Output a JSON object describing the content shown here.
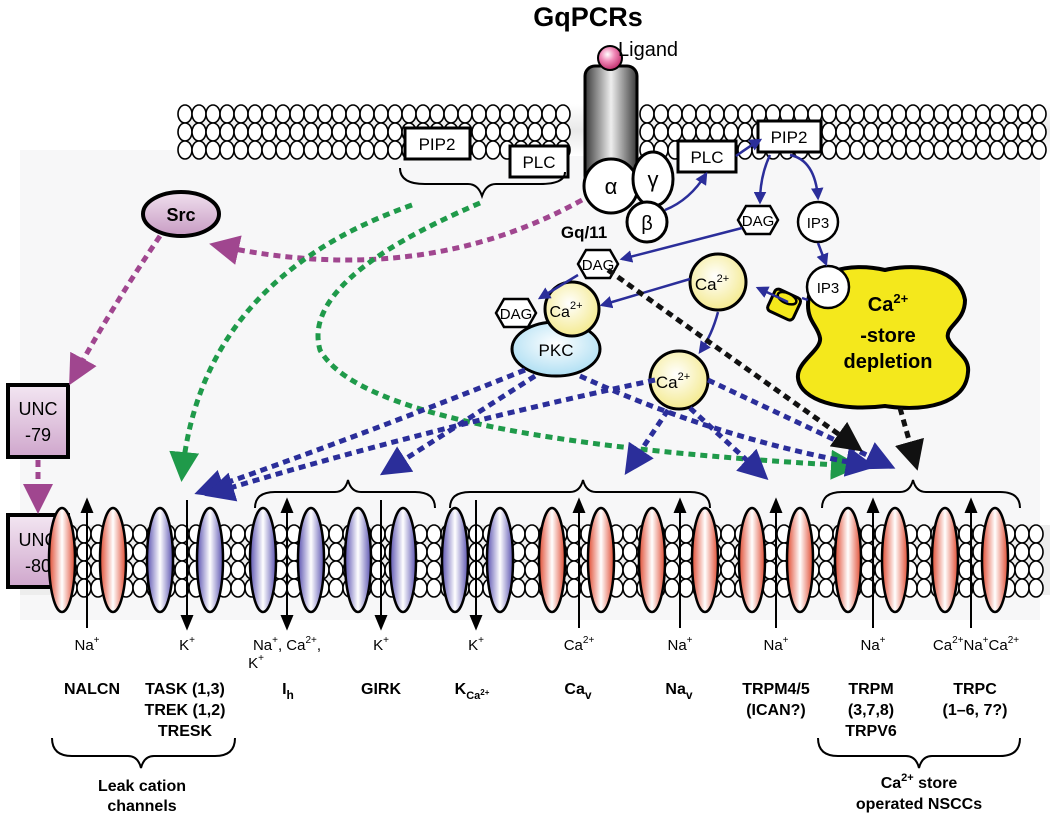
{
  "title": "GqPCRs",
  "ligand": "Ligand",
  "receptor": {
    "alpha": "α",
    "gamma": "γ",
    "beta": "β",
    "gq_label": "Gq/11"
  },
  "top_boxes": {
    "pip2_left": "PIP2",
    "plc_left": "PLC",
    "plc_right": "PLC",
    "pip2_right": "PIP2"
  },
  "messengers": {
    "dag_hex_1": "DAG",
    "ip3_1": "IP3",
    "dag_hex_2": "DAG",
    "ca_1": "Ca",
    "ca_sup": "2+",
    "ip3_2": "IP3",
    "dag_hex_3": "DAG",
    "ca_pkc": "Ca",
    "pkc": "PKC",
    "ca_3": "Ca"
  },
  "store": {
    "line1": "Ca",
    "line1_sup": "2+",
    "line2": "-store",
    "line3": "depletion"
  },
  "src": "Src",
  "unc79": {
    "line1": "UNC",
    "line2": "-79"
  },
  "unc80": {
    "line1": "UNC",
    "line2": "-80"
  },
  "ions": {
    "na1": "Na",
    "na1_sup": "+",
    "k1": "K",
    "k1_sup": "+",
    "ih_a": "Na",
    "ih_a_sup": "+",
    "ih_b": ", Ca",
    "ih_b_sup": "2+",
    "ih_c": ",",
    "ih_d": "K",
    "ih_d_sup": "+",
    "k2": "K",
    "k2_sup": "+",
    "k3": "K",
    "k3_sup": "+",
    "ca_v": "Ca",
    "ca_v_sup": "2+",
    "na_v": "Na",
    "na_v_sup": "+",
    "na_trpm45": "Na",
    "na_trpm45_sup": "+",
    "na_trpm": "Na",
    "na_trpm_sup": "+",
    "trpc_a": "Ca",
    "trpc_a_sup": "2+",
    "trpc_b": "Na",
    "trpc_b_sup": "+",
    "trpc_c": "Ca",
    "trpc_c_sup": "2+"
  },
  "channel_names": {
    "nalcn": "NALCN",
    "task": "TASK (1,3)",
    "trek": "TREK (1,2)",
    "tresk": "TRESK",
    "ih": "I",
    "ih_sub": "h",
    "girk": "GIRK",
    "kca": "K",
    "kca_sub": "Ca",
    "kca_subsup": "2+",
    "cav": "Ca",
    "cav_sub": "v",
    "nav": "Na",
    "nav_sub": "v",
    "trpm45_1": "TRPM4/5",
    "trpm45_2": "(ICAN?)",
    "trpm_1": "TRPM",
    "trpm_2": "(3,7,8)",
    "trpm_3": "TRPV6",
    "trpc_1": "TRPC",
    "trpc_2": "(1–6, 7?)"
  },
  "group_labels": {
    "leak_1": "Leak cation",
    "leak_2": "channels",
    "nscc_1": "Ca",
    "nscc_1_sup": "2+",
    "nscc_1b": " store",
    "nscc_2": "operated NSCCs"
  },
  "colors": {
    "purple_arrow": "#a0468f",
    "green_arrow": "#1f9a4a",
    "blue_arrow": "#2b2e9a",
    "black_arrow": "#111111",
    "red_channel": "#e04a30",
    "blue_channel": "#5a52b0",
    "store_yellow": "#f4e81c",
    "pkc_blue": "#bfe6f6",
    "ca_yellow": "#f8f0a0",
    "src_pink": "#d7b4d2",
    "ligand_pink": "#e8629a"
  }
}
